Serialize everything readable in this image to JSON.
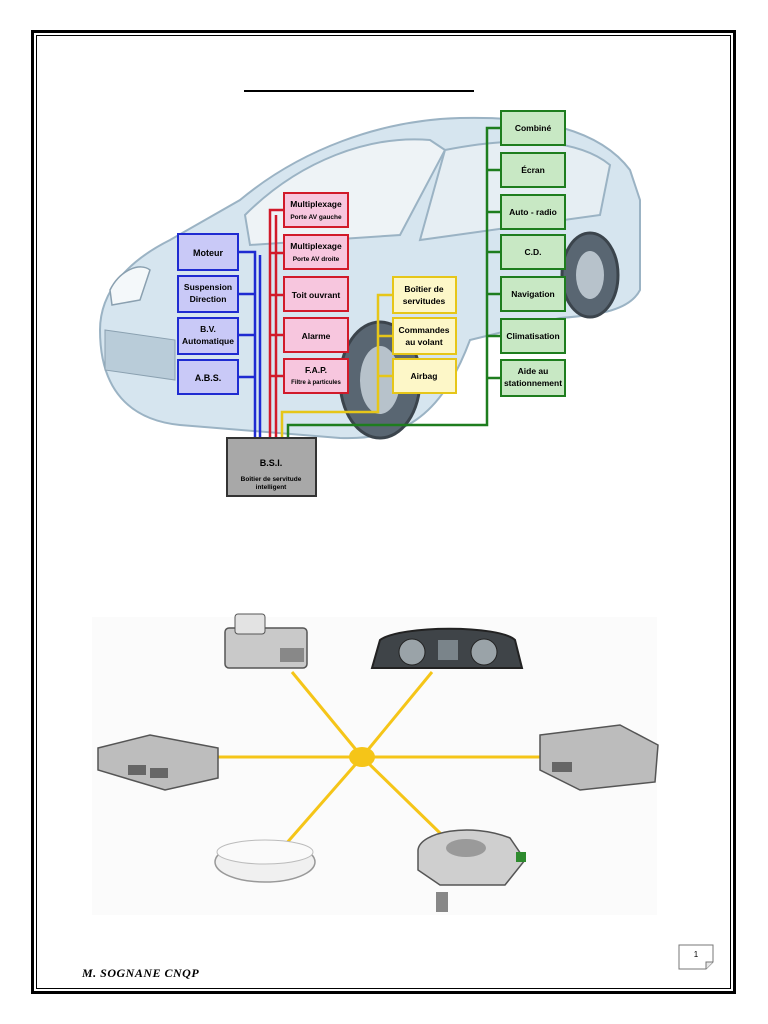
{
  "diagram1": {
    "central": {
      "title": "B.S.I.",
      "subtitle": "Boîtier de servitude intelligent"
    },
    "blue_boxes": [
      "Moteur",
      "Suspension Direction",
      "B.V. Automatique",
      "A.B.S."
    ],
    "red_boxes": [
      {
        "title": "Multiplexage",
        "subtitle": "Porte AV gauche"
      },
      {
        "title": "Multiplexage",
        "subtitle": "Porte AV droite"
      },
      {
        "title": "Toit ouvrant",
        "subtitle": ""
      },
      {
        "title": "Alarme",
        "subtitle": ""
      },
      {
        "title": "F.A.P.",
        "subtitle": "Filtre à particules"
      }
    ],
    "yellow_boxes": [
      "Boîtier de servitudes",
      "Commandes au volant",
      "Airbag"
    ],
    "green_boxes": [
      "Combiné",
      "Écran",
      "Auto - radio",
      "C.D.",
      "Navigation",
      "Climatisation",
      "Aide au stationnement"
    ],
    "colors": {
      "blue": "#1f2bd1",
      "blue_fill": "#c9c9f7",
      "red": "#d11a2a",
      "red_fill": "#f7c6de",
      "yellow": "#e6c619",
      "yellow_fill": "#fdf7c8",
      "green": "#1e7d1e",
      "green_fill": "#c8e8c4",
      "bsi_fill": "#a8a8a8"
    }
  },
  "diagram2": {
    "hub_color": "#f5c518",
    "modules": [
      "ecu-top",
      "instrument-cluster",
      "ecu-left",
      "ecu-right",
      "ring-sensor",
      "steering-angle-sensor"
    ]
  },
  "footer": {
    "author": "M.  SOGNANE CNQP",
    "page": "1"
  }
}
